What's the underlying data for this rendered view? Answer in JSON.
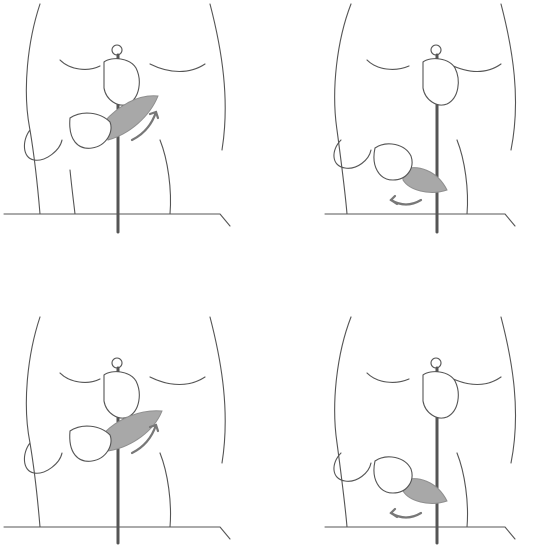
{
  "illustration": {
    "layout": "2x2 grid",
    "panels": [
      {
        "blade_side": "top",
        "stroke_direction": "up"
      },
      {
        "blade_side": "bottom",
        "stroke_direction": "down"
      },
      {
        "blade_side": "top",
        "stroke_direction": "up"
      },
      {
        "blade_side": "bottom",
        "stroke_direction": "down"
      }
    ],
    "colors": {
      "line": "#555555",
      "blade": "#a8a8a8",
      "blade_dark": "#8e8e8e",
      "arrow": "#777777",
      "background": "#ffffff"
    }
  }
}
